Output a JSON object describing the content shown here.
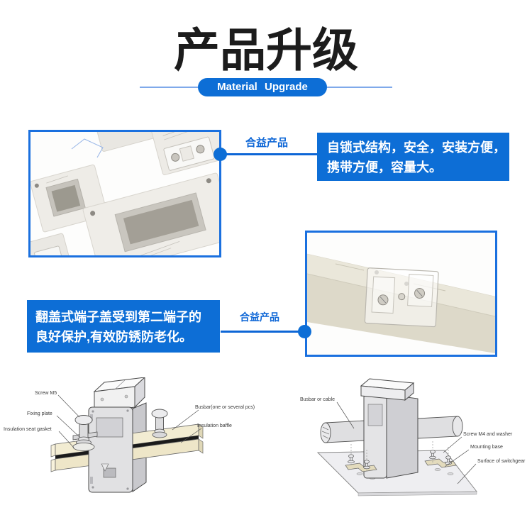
{
  "title": "产品升级",
  "badge": "Material Upgrade",
  "callout1": {
    "tag": "合益产品",
    "line1": "自锁式结构，安全，安装方便，",
    "line2": "携带方便，容量大。"
  },
  "callout2": {
    "tag": "合益产品",
    "line1": "翻盖式端子盖受到第二端子的",
    "line2": "良好保护,有效防锈防老化。"
  },
  "install_diagrams": {
    "left": {
      "labels": {
        "screw_m5": "Screw M5",
        "fixing_plate": "Fixing plate",
        "insulation_seat_gasket": "Insulation seat gasket",
        "busbar": "Busbar(one or several pcs)",
        "insulation_baffle": "Insulation baffle"
      }
    },
    "right": {
      "labels": {
        "busbar_or_cable": "Busbar or cable",
        "screw_m4": "Screw M4 and washer",
        "mounting_base": "Mounting base",
        "surface_of_switchgear": "Surface of switchgear"
      }
    }
  },
  "colors": {
    "accent_blue": "#0d6ed6",
    "light_line_blue": "#7fa9ea",
    "photo_border_blue": "#1a70df",
    "title_black": "#1c1c1c",
    "busbar_cream": "#f2ecd2"
  }
}
